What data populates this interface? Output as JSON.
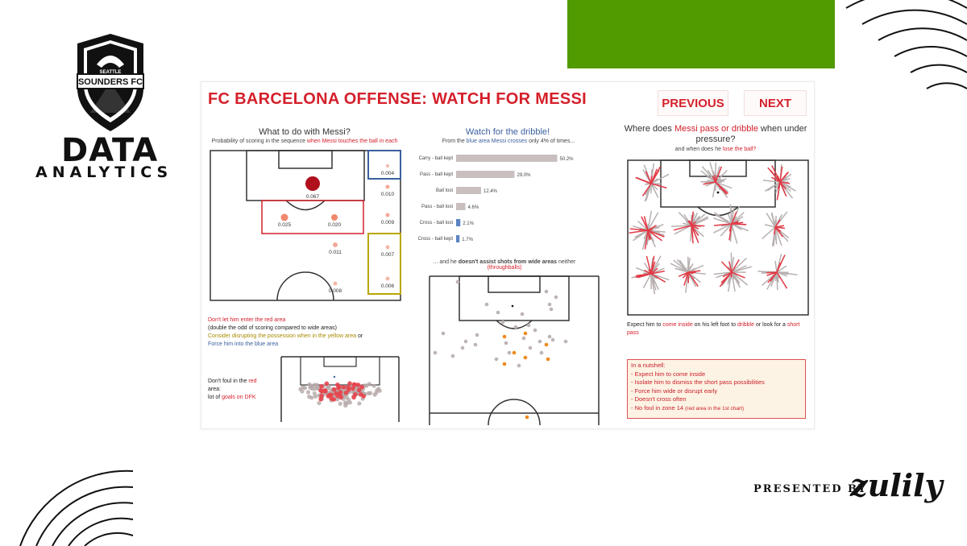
{
  "branding": {
    "crest_line1": "SEATTLE",
    "crest_line2": "SOUNDERS FC",
    "data": "DATA",
    "analytics": "ANALYTICS",
    "presented_by": "PRESENTED BY",
    "sponsor": "zulily",
    "accent_green": "#519a00"
  },
  "dashboard": {
    "title": "FC BARCELONA OFFENSE: WATCH FOR MESSI",
    "prev_button": "PREVIOUS",
    "next_button": "NEXT",
    "accent_red": "#d4202b",
    "panel1": {
      "title": "What to do with Messi?",
      "subtitle_a": "Probability of scoring in the sequence ",
      "subtitle_b": "when Messi touches the ball in each",
      "values": [
        "0.067",
        "0.025",
        "0.020",
        "0.011",
        "0.008",
        "0.004",
        "0.010",
        "0.009",
        "0.007",
        "0.006"
      ],
      "note1": "Don't let him enter the red area",
      "note2": "(double the odd of scoring compared to wide areas)",
      "note3": "Consider disrupting the possession when in the yellow area",
      "note3_or": " or",
      "note4": "Force him into the blue area",
      "foul_a": "Don't foul in the ",
      "foul_b": "red",
      "foul_c": "area:",
      "foul_d": "lot of ",
      "foul_e": "goals on DFK"
    },
    "panel2": {
      "title": "Watch for the dribble!",
      "sub_a": "From the ",
      "sub_b": "blue area Messi crosses",
      "sub_c": " only 4% of times...",
      "caption_a": "... and he ",
      "caption_b": "doesn't assist shots from wide areas",
      "caption_c": " neither",
      "caption_d": "(throughballs)"
    },
    "panel3": {
      "title_a": "Where does ",
      "title_b": "Messi pass or dribble",
      "title_c": " when under",
      "title_d": "pressure?",
      "sub_a": "and when does he ",
      "sub_b": "lose the ball?",
      "note_a": "Expect him to ",
      "note_b": "come inside",
      "note_c": " on his left foot to ",
      "note_d": "dribble",
      "note_e": " or look for a ",
      "note_f": "short",
      "note_g": "pass"
    },
    "nutshell": {
      "heading": "In a nutshell:",
      "items": [
        "- Expect him to come inside",
        "- Isolate him to dismiss the short pass possibilities",
        "- Force him wide or disrupt early",
        "- Doesn't cross often"
      ],
      "last_a": "- No foul in zone 14 ",
      "last_b": "(red area in the 1st chart)"
    }
  },
  "chart_data": {
    "type": "bar",
    "title": "Watch for the dribble!",
    "categories": [
      "Carry - ball kept",
      "Pass - ball kept",
      "Ball lost",
      "Pass - ball lost",
      "Cross - ball lost",
      "Cross - ball kept"
    ],
    "values": [
      50.2,
      29.0,
      12.4,
      4.6,
      2.1,
      1.7
    ],
    "labels": [
      "50.2%",
      "29.0%",
      "12.4%",
      "4.6%",
      "2.1%",
      "1.7%"
    ],
    "unit": "%",
    "colors": [
      "#c9bfbf",
      "#c9bfbf",
      "#c9bfbf",
      "#c9bfbf",
      "#5b84c4",
      "#5b84c4"
    ]
  }
}
